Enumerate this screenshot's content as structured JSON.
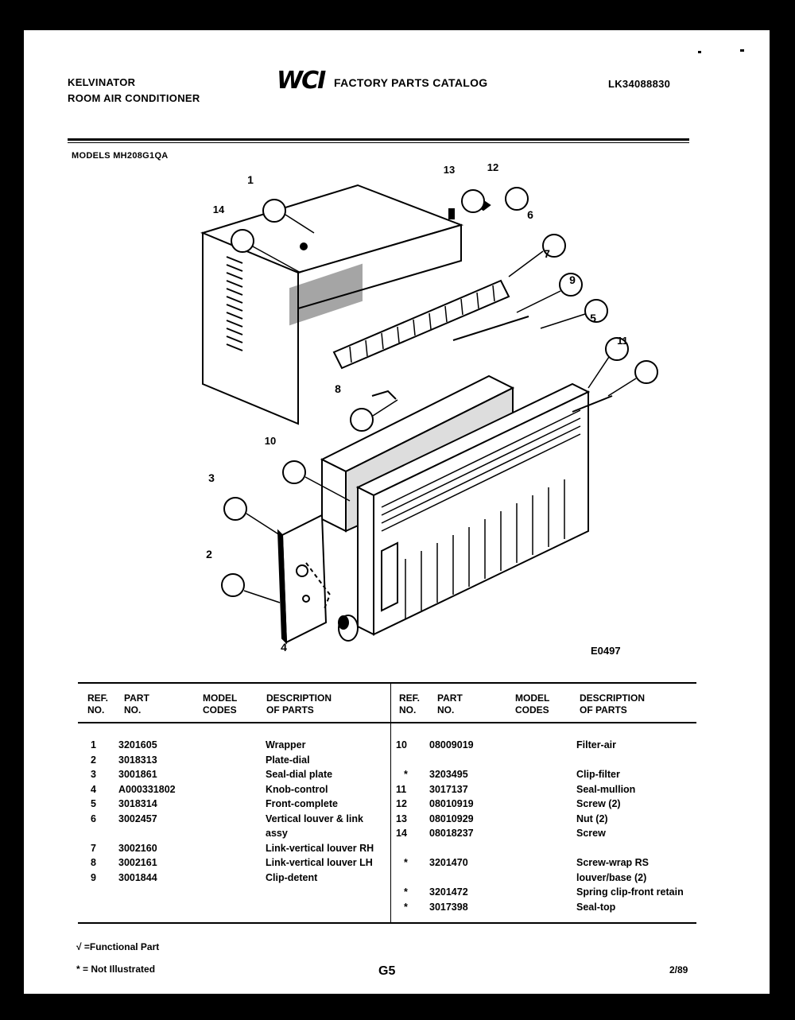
{
  "header": {
    "brand_line1": "KELVINATOR",
    "brand_line2": "ROOM AIR CONDITIONER",
    "logo_text": "WCI",
    "catalog_title": "FACTORY PARTS CATALOG",
    "catalog_code": "LK34088830",
    "models_line": "MODELS MH208G1QA"
  },
  "diagram": {
    "callouts": [
      "1",
      "14",
      "13",
      "12",
      "6",
      "7",
      "9",
      "5",
      "11",
      "8",
      "10",
      "3",
      "2",
      "4"
    ],
    "figure_code": "E0497"
  },
  "table": {
    "headers": {
      "ref": [
        "REF.",
        "NO."
      ],
      "part": [
        "PART",
        "NO."
      ],
      "model": [
        "MODEL",
        "CODES"
      ],
      "desc": [
        "DESCRIPTION",
        "OF PARTS"
      ]
    },
    "left": {
      "refs": [
        "1",
        "2",
        "3",
        "4",
        "5",
        "6",
        "",
        "7",
        "8",
        "9"
      ],
      "parts": [
        "3201605",
        "3018313",
        "3001861",
        "A000331802",
        "3018314",
        "3002457",
        "",
        "3002160",
        "3002161",
        "3001844"
      ],
      "descs": [
        "Wrapper",
        "Plate-dial",
        "Seal-dial plate",
        "Knob-control",
        "Front-complete",
        "Vertical louver & link",
        "assy",
        "Link-vertical louver RH",
        "Link-vertical louver LH",
        "Clip-detent"
      ]
    },
    "right": {
      "refs": [
        "10",
        "",
        "*",
        "11",
        "12",
        "13",
        "14",
        "",
        "*",
        "",
        "*",
        "*"
      ],
      "parts": [
        "08009019",
        "",
        "3203495",
        "3017137",
        "08010919",
        "08010929",
        "08018237",
        "",
        "3201470",
        "",
        "3201472",
        "3017398"
      ],
      "descs": [
        "Filter-air",
        "",
        "Clip-filter",
        "Seal-mullion",
        "Screw (2)",
        "Nut (2)",
        "Screw",
        "",
        "Screw-wrap RS",
        "louver/base (2)",
        "Spring clip-front retain",
        "Seal-top"
      ]
    }
  },
  "footer": {
    "legend_functional": "√ =Functional Part",
    "legend_not_illustrated": "* = Not Illustrated",
    "page_number": "G5",
    "date": "2/89"
  },
  "colors": {
    "ink": "#000000",
    "paper": "#ffffff",
    "border": "#000000"
  }
}
